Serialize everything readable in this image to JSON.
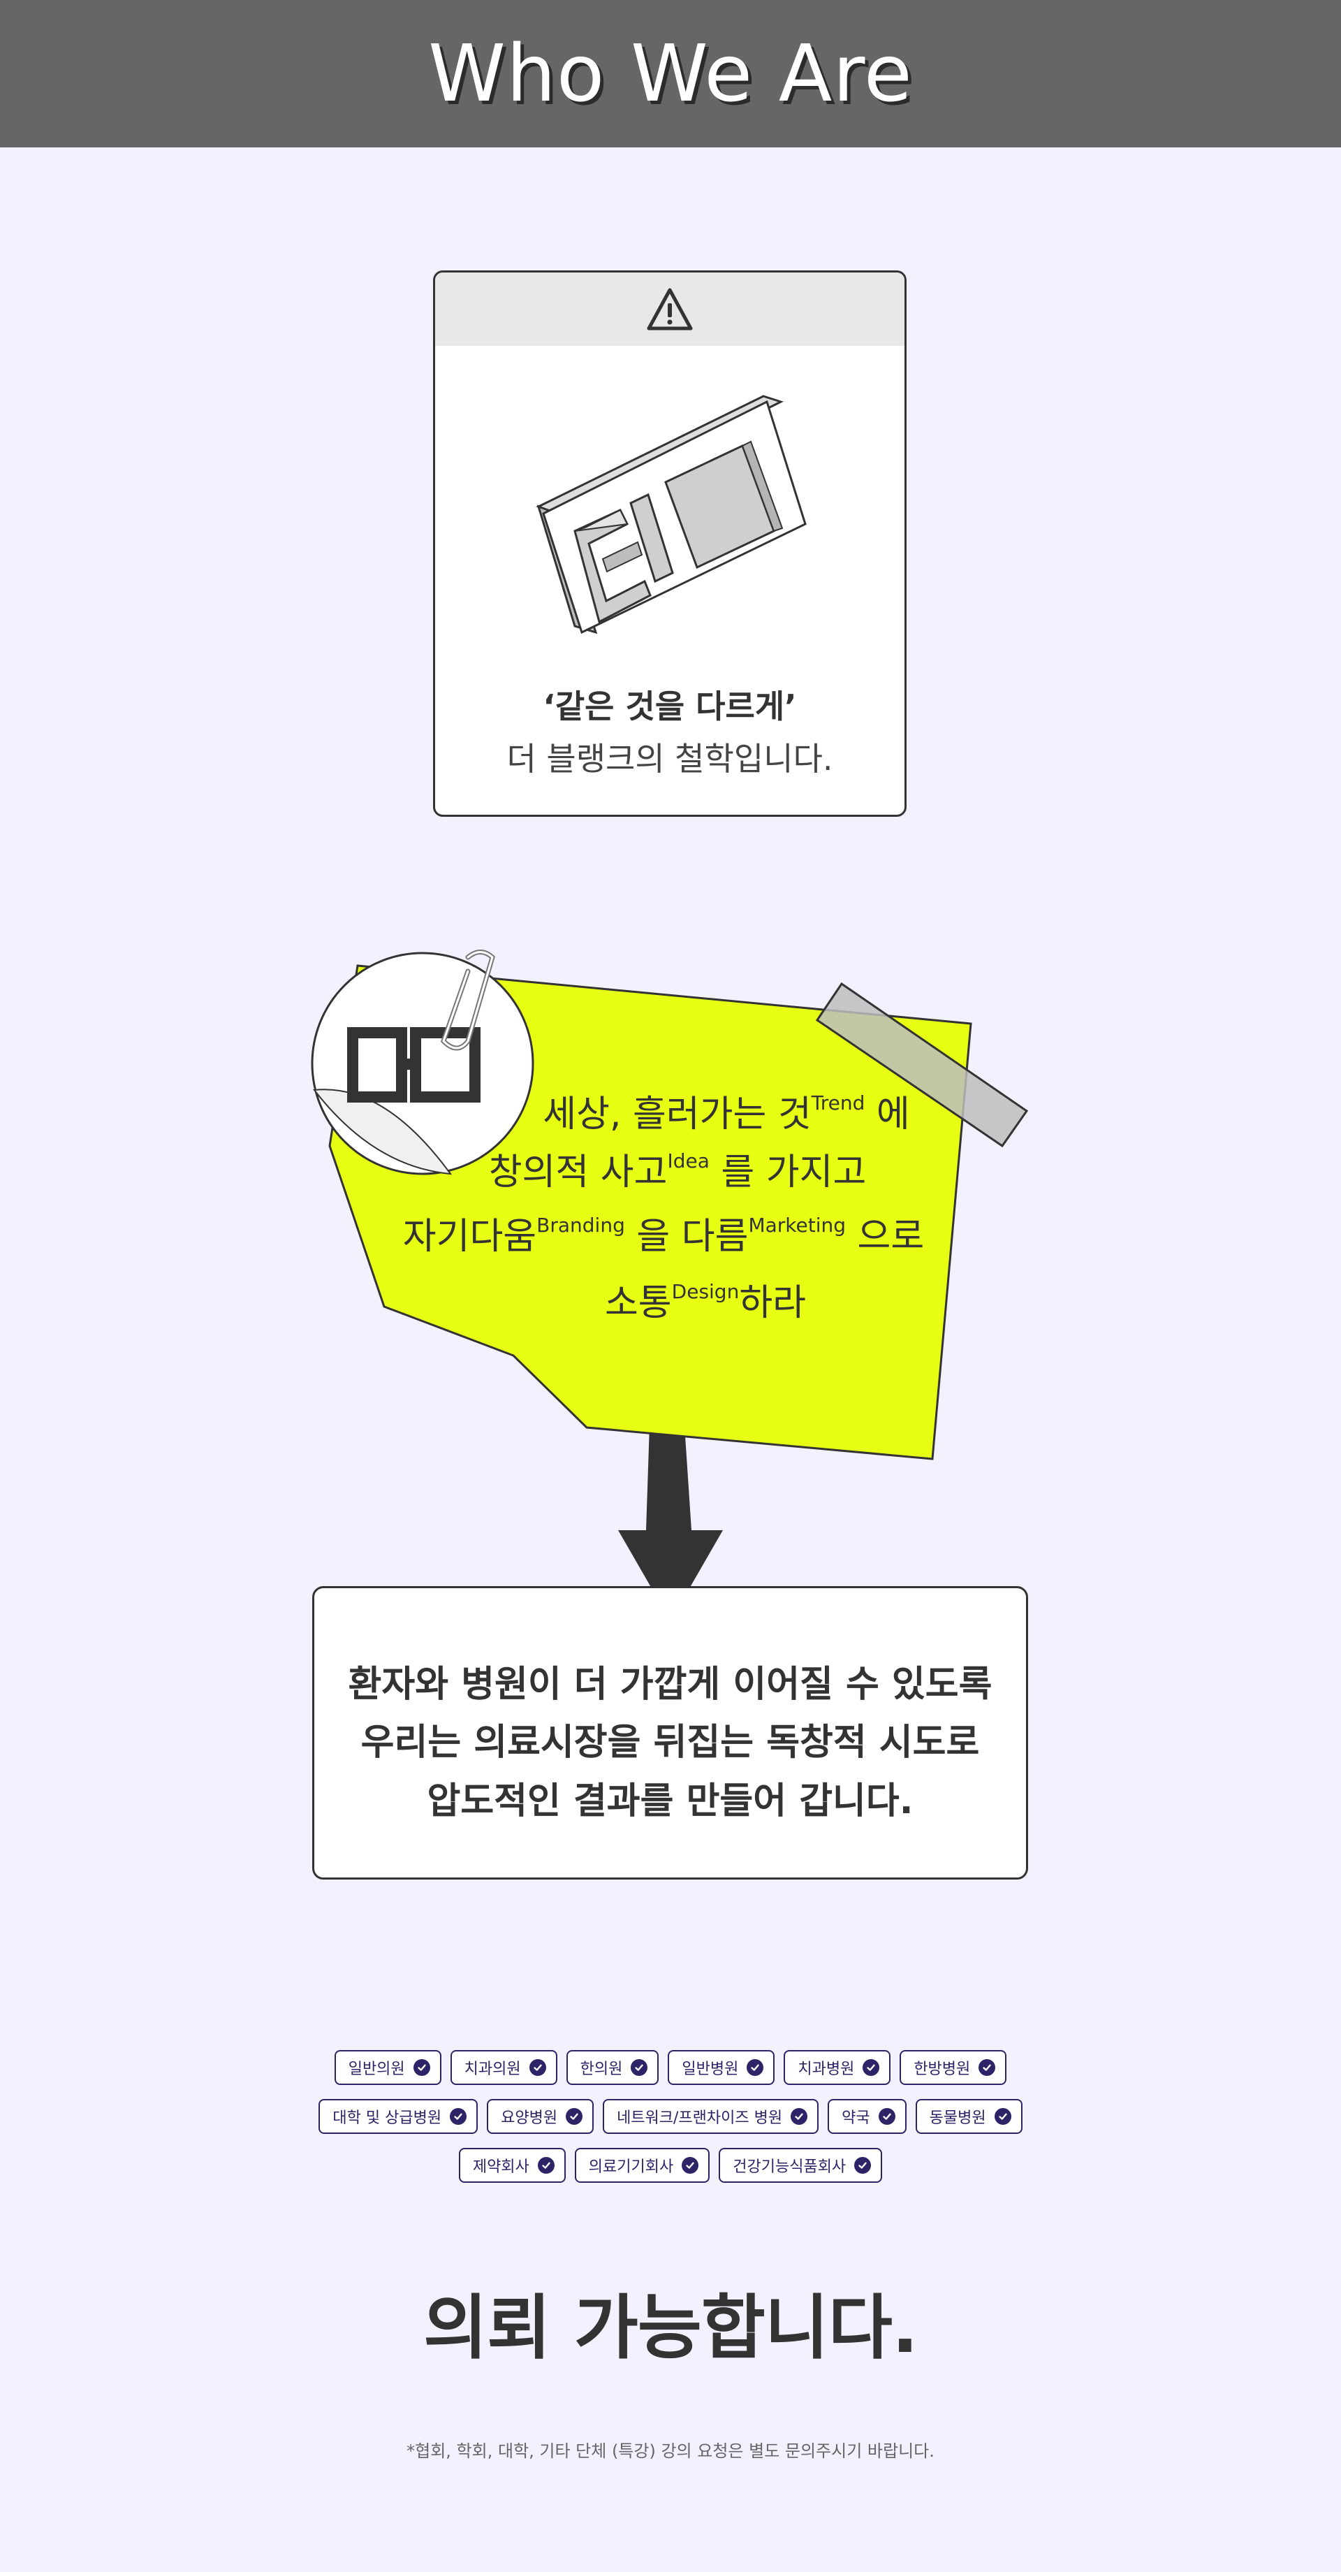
{
  "header": {
    "title": "Who We Are"
  },
  "philosophy_card": {
    "quote": "‘같은 것을 다르게’",
    "subtitle": "더 블랭크의 철학입니다."
  },
  "sticky_note": {
    "line1": {
      "text_a": "세상, 흘러가는 것",
      "sup": "Trend",
      "text_b": " 에"
    },
    "line2": {
      "text_a": "창의적 사고",
      "sup": "Idea",
      "text_b": " 를 가지고"
    },
    "line3": {
      "text_a": "자기다움",
      "sup_a": "Branding",
      "text_b": " 을 다름",
      "sup_b": "Marketing",
      "text_c": " 으로"
    },
    "line4": {
      "text_a": "소통",
      "sup": "Design",
      "text_b": "하라"
    },
    "note_color": "#e6ff12"
  },
  "mission_card": {
    "line1": "환자와 병원이 더 가깝게 이어질 수 있도록",
    "line2": "우리는 의료시장을 뒤집는 독창적 시도로",
    "line3": "압도적인 결과를 만들어 갑니다."
  },
  "tags": {
    "row1": [
      "일반의원",
      "치과의원",
      "한의원",
      "일반병원",
      "치과병원",
      "한방병원"
    ],
    "row2": [
      "대학 및 상급병원",
      "요양병원",
      "네트워크/프랜차이즈 병원",
      "약국",
      "동물병원"
    ],
    "row3": [
      "제약회사",
      "의료기기회사",
      "건강기능식품회사"
    ],
    "accent": "#2d2468"
  },
  "cta": {
    "title": "의뢰 가능합니다."
  },
  "footnote": "*협회, 학회, 대학, 기타 단체 (특강) 강의 요청은 별도 문의주시기 바랍니다."
}
